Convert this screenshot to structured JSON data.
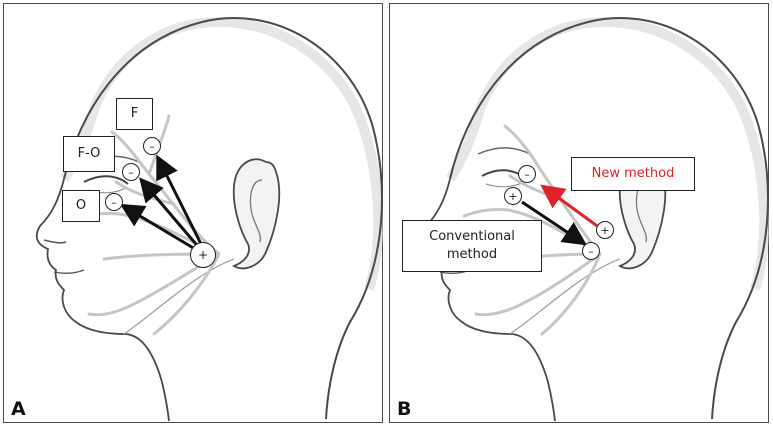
{
  "panel_a": {
    "letter": "A",
    "labels": {
      "f": "F",
      "f_o": "F-O",
      "o": "O"
    },
    "electrodes": {
      "minus": "–",
      "plus": "+"
    }
  },
  "panel_b": {
    "letter": "B",
    "labels": {
      "new_method": "New method",
      "conventional": "Conventional\nmethod"
    },
    "electrodes": {
      "minus": "–",
      "plus": "+"
    }
  },
  "colors": {
    "new_method": "#e0222a",
    "conventional": "#111111",
    "nerve": "#c6c6c6",
    "outline": "#4a4a4a"
  }
}
